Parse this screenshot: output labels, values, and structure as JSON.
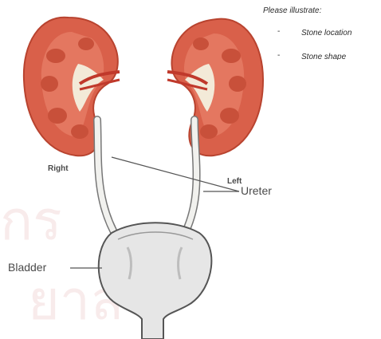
{
  "labels": {
    "right": "Right",
    "left": "Left",
    "ureter": "Ureter",
    "bladder": "Bladder"
  },
  "note": {
    "heading": "Please illustrate:",
    "items": [
      "Stone location",
      "Stone shape"
    ]
  },
  "colors": {
    "kidney_cortex": "#d9604a",
    "kidney_outline": "#b8432f",
    "pyramid": "#e8826a",
    "pelvis": "#f3ead8",
    "vessel": "#c0392b",
    "ureter_fill": "#f1f1ee",
    "bladder_fill": "#e6e6e6",
    "line": "#555555",
    "watermark": "#f4dcdc"
  }
}
